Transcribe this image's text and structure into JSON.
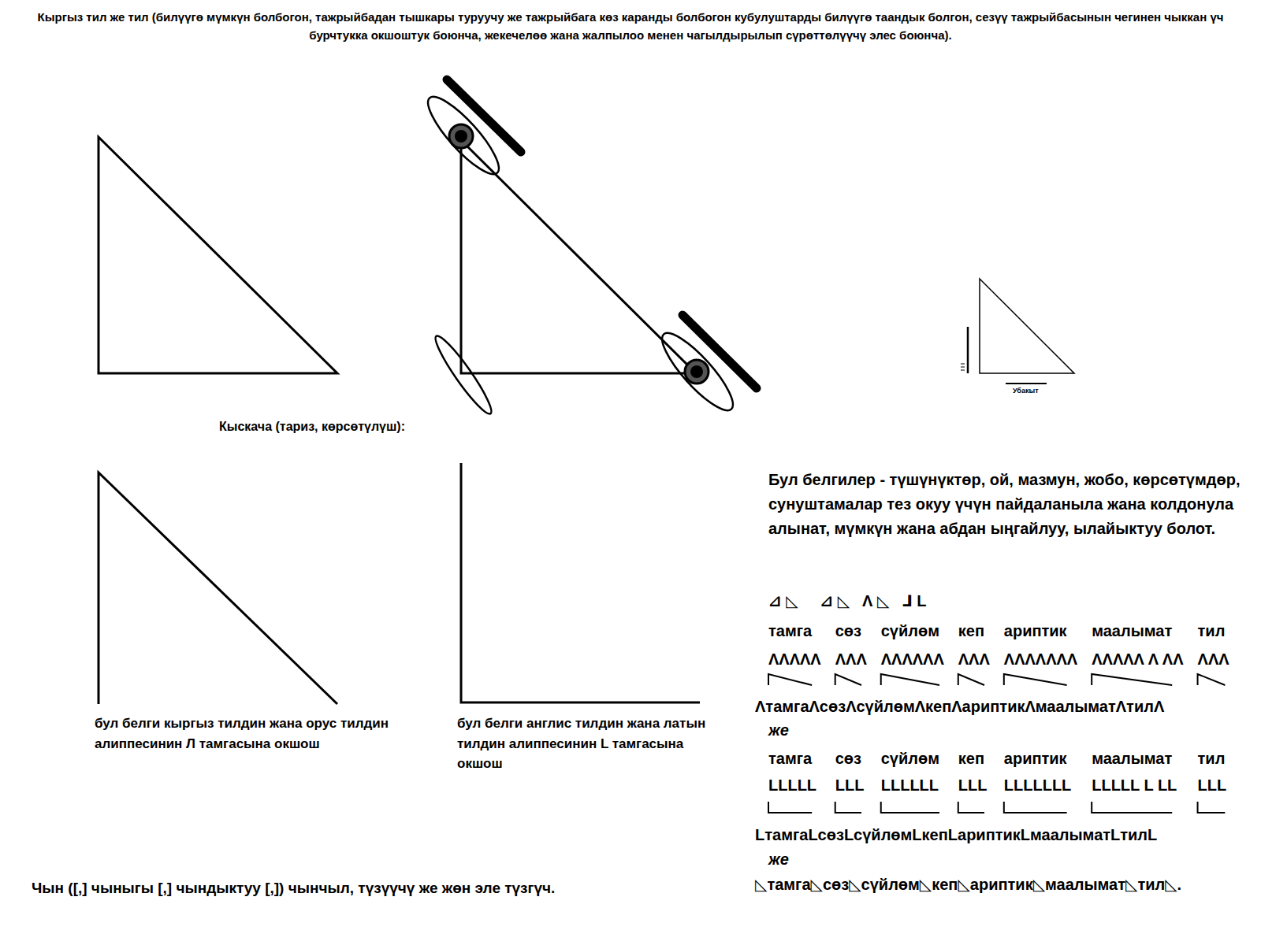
{
  "diagram": {
    "title": "Кыргыз тил же тил (билүүгө мүмкүн болбогон, тажрыйбадан тышкары туруучу же тажрыйбага көз каранды болбогон кубулуштарды билүүгө таандык болгон, сезүү тажрыйбасынын чегинен чыккан үч бурчтукка окшоштук боюнча, жекечелөө жана жалпылоо менен чагылдырылып сүрөттөлүүчү элес боюнча).",
    "labels": [
      "Кыскача (тариз, көрсөтүлүш):",
      "Убакыт",
      "бул белги кыргыз тилдин жана орус тилдин алиппесинин Л тамгасына окшош",
      "бул белги англис тилдин жана латын тилдин алиппесинин L тамгасына окшош",
      "Бул белгилер - түшүнүктөр, ой, мазмун, жобо, көрсөтүмдөр, сунуштамалар тез окуу үчүн пайдаланыла жана колдонула алынат, мүмкүн жана абдан ыңгайлуу, ылайыктуу болот.",
      "⊿ ◺     ⊿ ◺   Λ ◺   ⅃ L",
      "тамга",
      "сөз",
      "сүйлөм",
      "кеп",
      "ариптик",
      "маалымат",
      "тил",
      "ΛΛΛΛΛ",
      "ΛΛΛ",
      "ΛΛΛΛΛΛ",
      "ΛΛΛ",
      "ΛΛΛΛΛΛΛ",
      "ΛΛΛΛΛ Λ ΛΛ",
      "ΛΛΛ",
      "ΛтамгаΛсөзΛсүйлөмΛкепΛариптикΛмаалыматΛтилΛ",
      "же",
      "тамга",
      "сөз",
      "сүйлөм",
      "кеп",
      "ариптик",
      "маалымат",
      "тил",
      "LLLLL",
      "LLL",
      "LLLLLL",
      "LLL",
      "LLLLLLL",
      "LLLLL L LL",
      "LLL",
      "LтамгаLсөзLсүйлөмLкепLариптикLмаалыматLтилL",
      "же",
      "◺тамга◺сөз◺сүйлөм◺кеп◺ариптик◺маалымат◺тил◺.",
      "Чын ([,] чыныгы [,] чындыктуу [,]) чынчыл, түзүүчү же жөн эле түзгүч."
    ]
  }
}
